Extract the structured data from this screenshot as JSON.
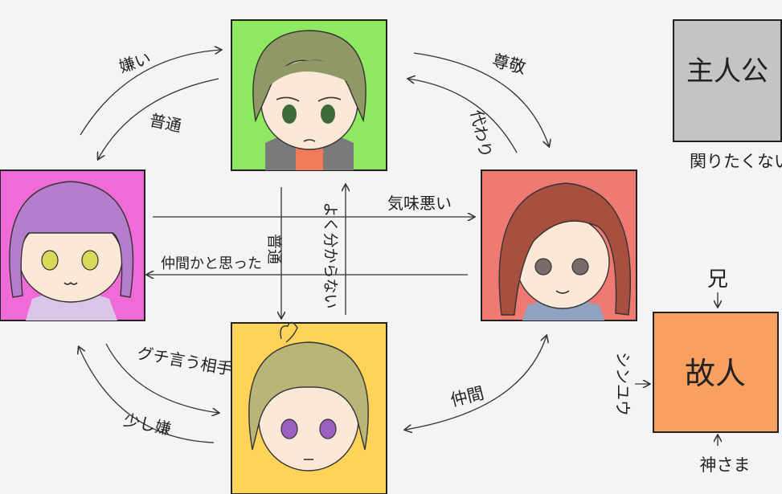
{
  "colors": {
    "top_bg": "#8ee860",
    "left_bg": "#f06ad8",
    "right_bg": "#f07a72",
    "bottom_bg": "#fdd35a",
    "protagonist_bg": "#c4c4c4",
    "deceased_bg": "#f8a060",
    "top_hair": "#8f9866",
    "left_hair": "#b47ecc",
    "right_hair": "#a84f3f",
    "bottom_hair": "#b9b477"
  },
  "nodes": {
    "top": {
      "icon": "olive-hair-boy-portrait-icon"
    },
    "left": {
      "icon": "purple-hair-girl-portrait-icon"
    },
    "right": {
      "icon": "brown-hair-girl-portrait-icon"
    },
    "bottom": {
      "icon": "blonde-hair-boy-portrait-icon"
    },
    "protagonist": {
      "text": "主人公",
      "note": "関りたくない"
    },
    "deceased": {
      "text": "故人",
      "above": "兄",
      "left": "シンユウ",
      "below": "神さま"
    }
  },
  "edges": {
    "left_to_top": "嫌い",
    "top_to_left": "普通",
    "top_to_right": "尊敬",
    "right_to_top": "代わり",
    "left_to_right": "気味悪い",
    "right_to_left": "仲間かと思った",
    "top_to_bottom": "普通",
    "bottom_to_top": "よく分からない",
    "left_to_bottom": "グチ言う相手",
    "bottom_to_left": "少し嫌",
    "bottom_right": "仲間"
  }
}
